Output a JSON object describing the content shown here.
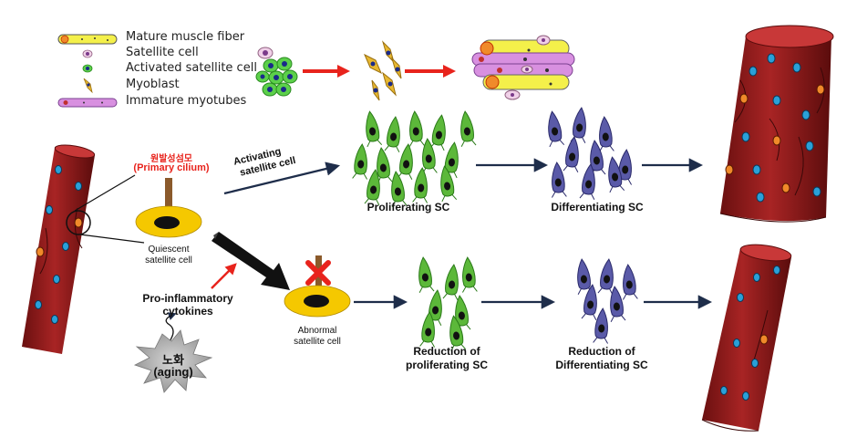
{
  "legend": {
    "mature_muscle_fiber": "Mature muscle fiber",
    "satellite_cell": "Satellite cell",
    "activated_satellite_cell": "Activated satellite cell",
    "myoblast": "Myoblast",
    "immature_myotubes": "Immature myotubes"
  },
  "labels": {
    "primary_cilium_korean": "원발성섬모",
    "primary_cilium": "(Primary cilium)",
    "activating_line1": "Activating",
    "activating_line2": "satellite cell",
    "quiescent_line1": "Quiescent",
    "quiescent_line2": "satellite cell",
    "abnormal_line1": "Abnormal",
    "abnormal_line2": "satellite cell",
    "cytokines_line1": "Pro-inflammatory",
    "cytokines_line2": "cytokines",
    "aging_korean": "노화",
    "aging": "(aging)",
    "proliferating_sc": "Proliferating SC",
    "differentiating_sc": "Differentiating SC",
    "reduction_prolif_line1": "Reduction of",
    "reduction_prolif_line2": "proliferating SC",
    "reduction_diff_line1": "Reduction of",
    "reduction_diff_line2": "Differentiating SC"
  },
  "colors": {
    "muscle": "#8b1a1a",
    "muscle_light": "#b02a2a",
    "nucleus_blue": "#2aa0d8",
    "nucleus_orange": "#f08a2a",
    "proliferating": "#5cb83a",
    "differentiating": "#5a5aa8",
    "satellite_yellow": "#f5c800",
    "arrow_dark": "#1e2d4a",
    "arrow_red": "#e8231c",
    "fiber_yellow": "#f4f04a",
    "myotube_pink": "#d890e0"
  }
}
